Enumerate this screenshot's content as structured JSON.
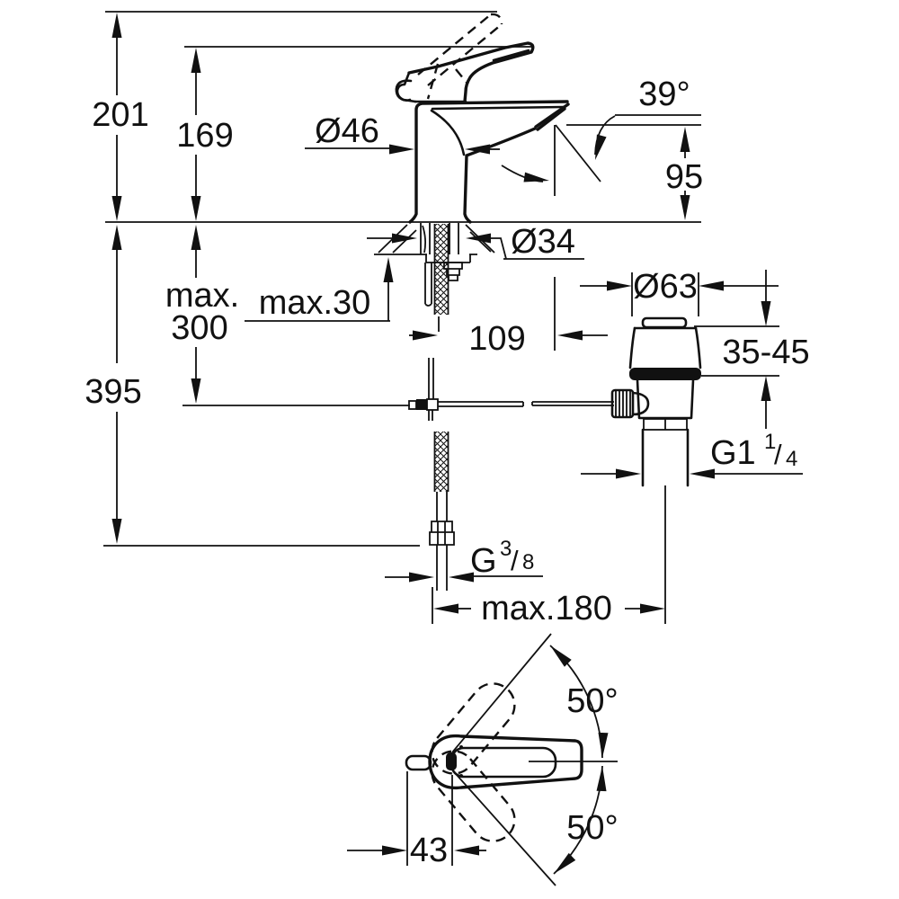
{
  "page": {
    "background": "#ffffff",
    "ink": "#111111",
    "content": "technical dimension drawing of a single-lever basin mixer faucet with pop-up waste, side view and handle top view"
  },
  "labels": {
    "dim_201": "201",
    "dim_169": "169",
    "dim_dia46": "Ø46",
    "dim_39deg": "39°",
    "dim_95": "95",
    "dim_dia34": "Ø34",
    "dim_max300_line1": "max.",
    "dim_max300_line2": "300",
    "dim_max30": "max.30",
    "dim_109": "109",
    "dim_dia63": "Ø63",
    "dim_35_45": "35-45",
    "dim_395": "395",
    "dim_g114_base": "G1",
    "dim_g114_sup": "1",
    "dim_g114_slash": "/",
    "dim_g114_sub": "4",
    "dim_g38_base": "G",
    "dim_g38_sup": "3",
    "dim_g38_slash": "/",
    "dim_g38_sub": "8",
    "dim_max180": "max.180",
    "dim_50_top": "50°",
    "dim_50_bottom": "50°",
    "dim_43": "43"
  }
}
